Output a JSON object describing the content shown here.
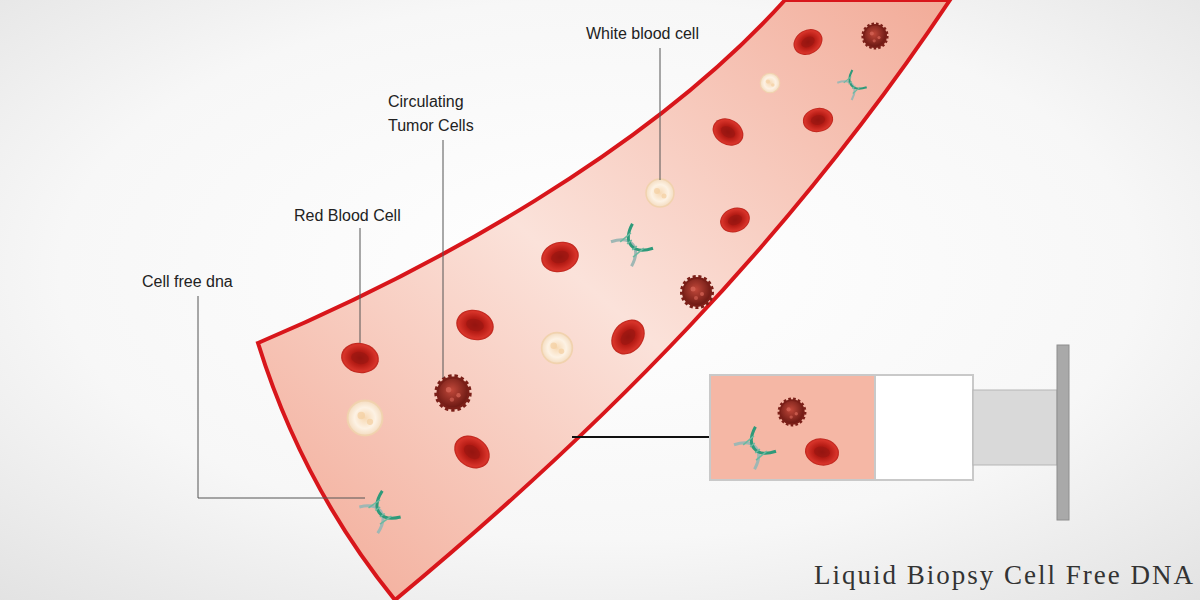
{
  "diagram": {
    "title": "Liquid Biopsy Cell Free DNA",
    "labels": [
      "White blood cell",
      "Circulating Tumor Cells",
      "Red Blood Cell",
      "Cell free dna"
    ]
  }
}
